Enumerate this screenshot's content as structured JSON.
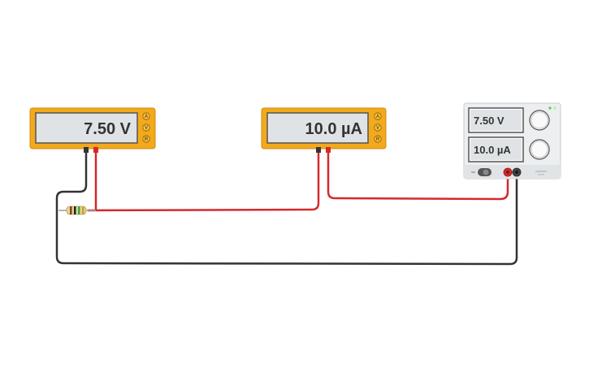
{
  "circuit": {
    "voltmeter": {
      "reading": "7.50 V",
      "modes": [
        "A",
        "V",
        "R"
      ],
      "active_mode": "V"
    },
    "ammeter": {
      "reading": "10.0 µA",
      "modes": [
        "A",
        "V",
        "R"
      ],
      "active_mode": "A"
    },
    "power_supply": {
      "voltage_reading": "7.50 V",
      "current_reading": "10.0 µA"
    },
    "colors": {
      "meter_body": "#f3a91c",
      "lcd_bg": "#dfe3e6",
      "wire_red": "#d42a2a",
      "wire_black": "#333333",
      "psu_body": "#eceeef",
      "led_green": "#47d147"
    }
  }
}
